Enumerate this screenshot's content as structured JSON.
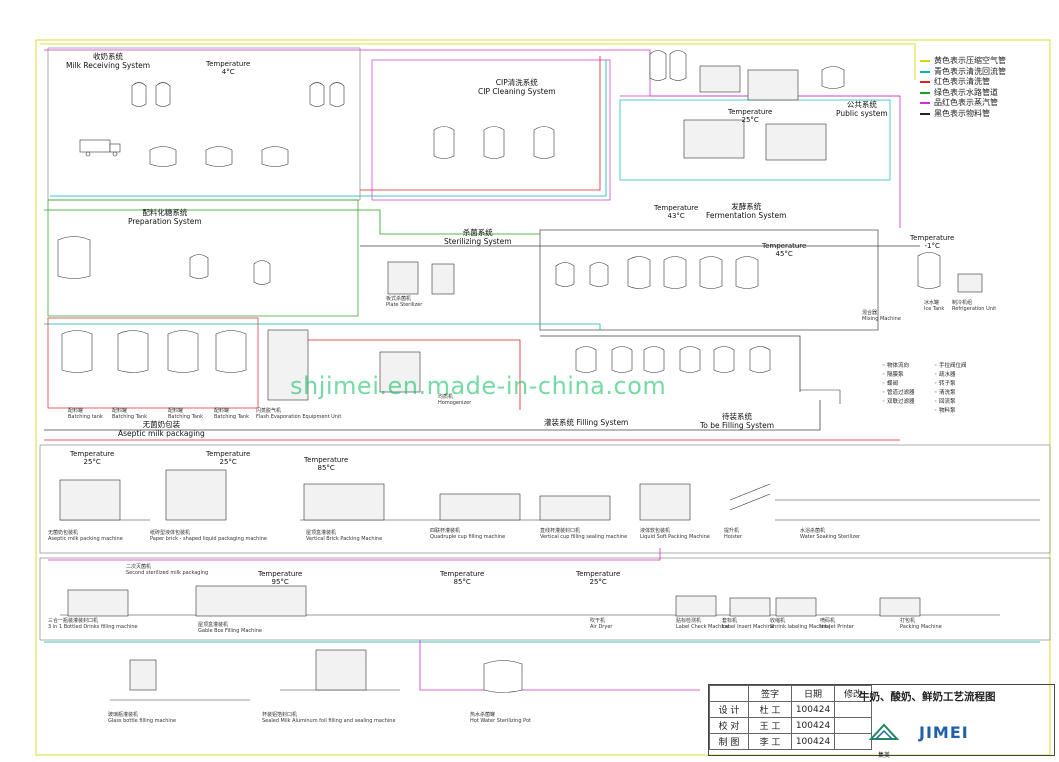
{
  "legend": [
    {
      "text": "黄色表示压缩空气管",
      "color": "#d9d300"
    },
    {
      "text": "青色表示清洗回流管",
      "color": "#00b8b8"
    },
    {
      "text": "红色表示清洗管",
      "color": "#e02020"
    },
    {
      "text": "绿色表示水路管道",
      "color": "#20a020"
    },
    {
      "text": "品红色表示蒸汽管",
      "color": "#d030d0"
    },
    {
      "text": "黑色表示物料管",
      "color": "#222222"
    }
  ],
  "systems": {
    "milk_receiving": {
      "cn": "收奶系统",
      "en": "Milk Receiving System"
    },
    "cip": {
      "cn": "CIP清洗系统",
      "en": "CIP Cleaning System"
    },
    "public": {
      "cn": "公共系统",
      "en": "Public system"
    },
    "preparation": {
      "cn": "配料化糖系统",
      "en": "Preparation System"
    },
    "sterilizing": {
      "cn": "杀菌系统",
      "en": "Sterilizing System"
    },
    "fermentation": {
      "cn": "发酵系统",
      "en": "Fermentation System"
    },
    "filling": {
      "cn": "灌装系统",
      "en": "Filling System"
    },
    "to_be_filling": {
      "cn": "待装系统",
      "en": "To be Filling System"
    },
    "aseptic": {
      "cn": "无菌奶包装",
      "en": "Aseptic milk packaging"
    }
  },
  "temps": {
    "t1": "Temperature",
    "t1v": "4°C",
    "t2": "Temperature",
    "t2v": "25°C",
    "t3": "Temperature",
    "t3v": "43°C",
    "t4": "Temperature",
    "t4v": "45°C",
    "t5": "Temperature",
    "t5v": "-1°C",
    "t6": "Temperature",
    "t6v": "25°C",
    "t7": "Temperature",
    "t7v": "25°C",
    "t8": "Temperature",
    "t8v": "85°C",
    "t9": "Temperature",
    "t9v": "85°C",
    "t10": "Temperature",
    "t10v": "25°C",
    "t11": "Temperature",
    "t11v": "95°C"
  },
  "labels": {
    "batching_tank1": "配料罐",
    "batching_tank1_en": "Batching tank",
    "batching_tank2": "配料罐",
    "batching_tank2_en": "Batching Tank",
    "batching_tank3": "配料罐",
    "batching_tank3_en": "Batching Tank",
    "batching_tank4": "配料罐",
    "batching_tank4_en": "Batching Tank",
    "flash": "闪蒸脱气机",
    "flash_en": "Flash Evaporation  Equipment Unit",
    "plate": "板式杀菌机",
    "plate_en": "Plate Sterilizer",
    "homogenizer": "均质机",
    "homogenizer_en": "Homogenizer",
    "ice_tank": "冰水罐",
    "ice_tank_en": "Ice Tank",
    "refrig": "制冷机组",
    "refrig_en": "Refrigeration Unit",
    "mixing": "混合器",
    "mixing_en": "Mixing Machine",
    "aseptic_pack": "无菌奶包装机",
    "aseptic_pack_en": "Aseptic milk packing machine",
    "paper_brick": "纸砖型液体包装机",
    "paper_brick_en": "Paper brick - shaped liquid packaging machine",
    "vertical_brick": "屋顶盒灌装机",
    "vertical_brick_en": "Vertical Brick Packing Machine",
    "quadruple": "四联杯灌装机",
    "quadruple_en": "Quadruple cup filling machine",
    "vertical_cup": "直线杯灌装封口机",
    "vertical_cup_en": "Vertical cup filling sealing machine",
    "liquid_soft": "液体软包装机",
    "liquid_soft_en": "Liquid Soft Packing Machine",
    "hoister": "提升机",
    "hoister_en": "Hoister",
    "water_soak": "水浴杀菌机",
    "water_soak_en": "Water Soaking Sterilizer",
    "three_in_one": "三合一瓶装灌装封口机",
    "three_in_one_en": "3 in 1 Bottled Drinks filling machine",
    "second_sterilized": "二次灭菌机",
    "second_sterilized_en": "Second sterilized milk packaging",
    "gable": "屋顶盒灌装机",
    "gable_en": "Gable Box Filling Machine",
    "air_dryer": "吹干机",
    "air_dryer_en": "Air Dryer",
    "label_check": "贴标检测机",
    "label_check_en": "Label Check Machine",
    "label_insert": "套标机",
    "label_insert_en": "Label Insert Machine",
    "shrink": "收缩机",
    "shrink_en": "Shrink labeling Machine",
    "ink_jet": "喷码机",
    "ink_jet_en": "Ink Jet Printer",
    "packing": "打包机",
    "packing_en": "Packing Machine",
    "glass_bottle": "玻璃瓶灌装机",
    "glass_bottle_en": "Glass bottle filling machine",
    "sealed_alu": "杯装铝箔封口机",
    "sealed_alu_en": "Sealed Milk Aluminum foil filling and sealing machine",
    "hot_water": "热水杀菌罐",
    "hot_water_en": "Hot Water Sterilizing Pot"
  },
  "symbols": [
    [
      "物体流向",
      "手拉阀位阀"
    ],
    [
      "隔膜泵",
      "疏水器"
    ],
    [
      "蝶阀",
      "转子泵"
    ],
    [
      "管道过滤器",
      "清洗泵"
    ],
    [
      "双联过滤器",
      "回流泵"
    ],
    [
      "",
      "物料泵"
    ]
  ],
  "watermark": "shjimei.en.made-in-china.com",
  "title_block": {
    "h_sign": "签字",
    "h_date": "日期",
    "h_rev": "修改",
    "r1_role": "设 计",
    "r1_name": "杜 工",
    "r1_date": "100424",
    "r2_role": "校 对",
    "r2_name": "王 工",
    "r2_date": "100424",
    "r3_role": "制 图",
    "r3_name": "李 工",
    "r3_date": "100424",
    "title": "牛奶、酸奶、鲜奶工艺流程图",
    "brand": "JIMEI",
    "logo_text": "集美"
  }
}
